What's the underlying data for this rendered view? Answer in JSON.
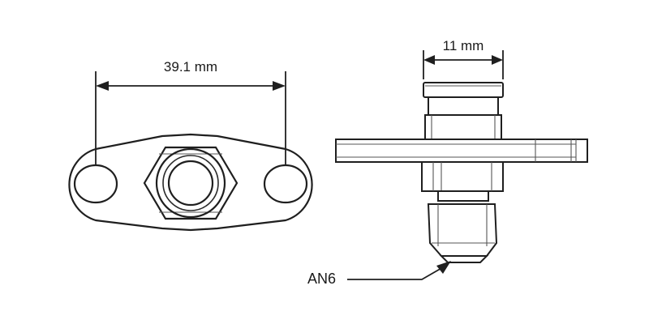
{
  "diagram": {
    "dimension_width": "39.1 mm",
    "dimension_side": "11 mm",
    "callout_fitting": "AN6"
  }
}
